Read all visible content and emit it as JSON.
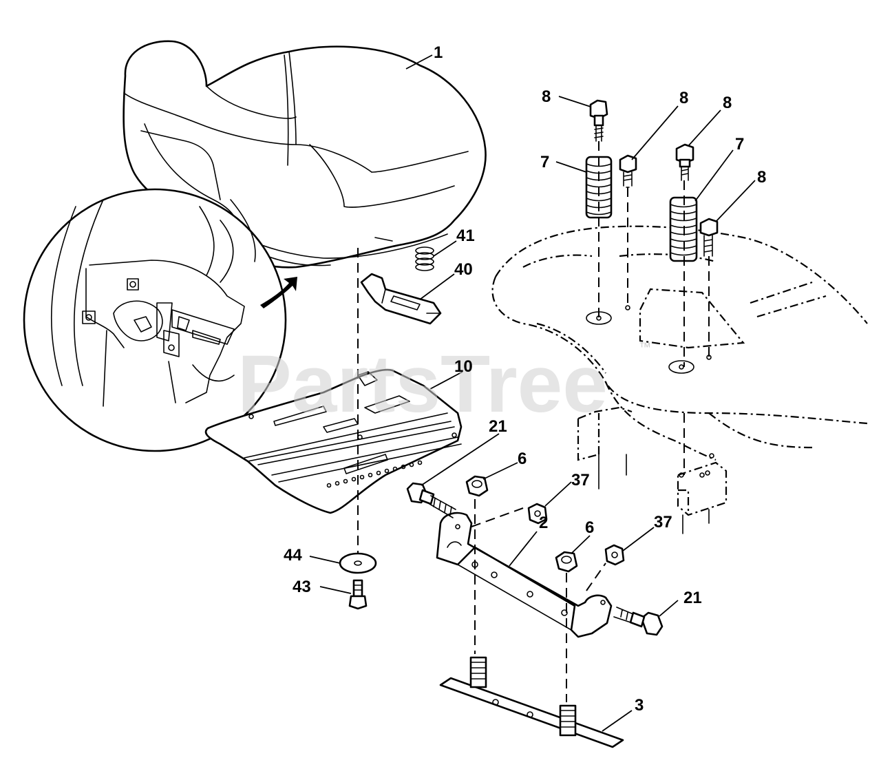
{
  "watermark": "PartsTree",
  "watermark_mark": "™",
  "callouts": {
    "c1": "1",
    "c2": "2",
    "c3": "3",
    "c6a": "6",
    "c6b": "6",
    "c7a": "7",
    "c7b": "7",
    "c8a": "8",
    "c8b": "8",
    "c8c": "8",
    "c8d": "8",
    "c10": "10",
    "c21a": "21",
    "c21b": "21",
    "c37a": "37",
    "c37b": "37",
    "c40": "40",
    "c41": "41",
    "c43": "43",
    "c44": "44"
  }
}
